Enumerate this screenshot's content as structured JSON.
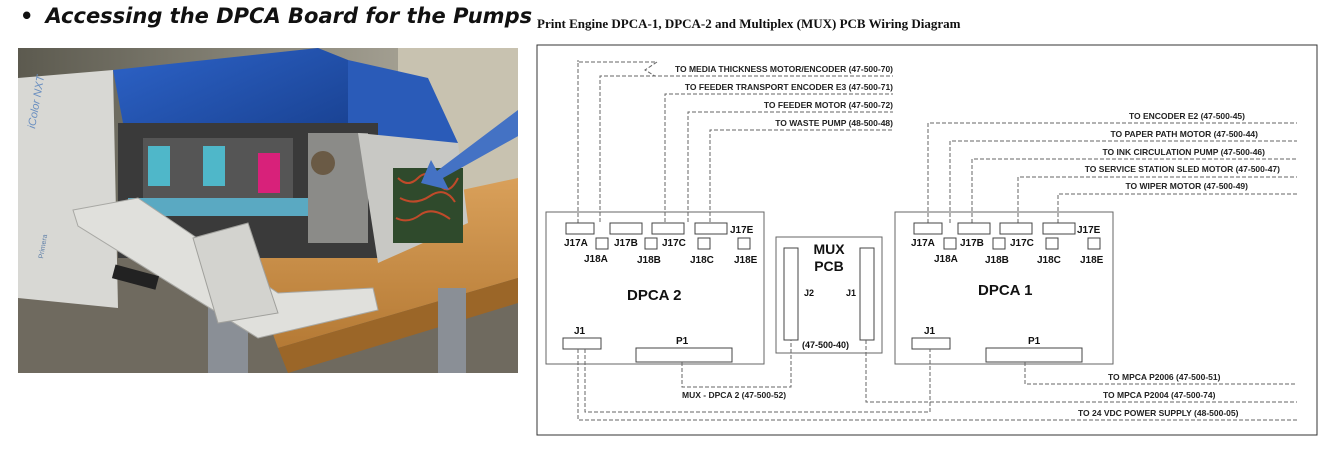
{
  "slide": {
    "bullet_char": "•",
    "title": "Accessing the DPCA Board for the Pumps"
  },
  "photo": {
    "printer_brand": "iColor NXT",
    "printer_maker": "Primera"
  },
  "diagram": {
    "title": "Print Engine DPCA-1, DPCA-2 and Multiplex (MUX) PCB Wiring Diagram",
    "top_left_labels": [
      "TO MEDIA THICKNESS MOTOR/ENCODER (47-500-70)",
      "TO FEEDER TRANSPORT ENCODER E3 (47-500-71)",
      "TO FEEDER MOTOR (47-500-72)",
      "TO WASTE PUMP (48-500-48)"
    ],
    "top_right_labels": [
      "TO ENCODER E2 (47-500-45)",
      "TO PAPER PATH MOTOR (47-500-44)",
      "TO INK CIRCULATION PUMP (47-500-46)",
      "TO SERVICE STATION SLED MOTOR (47-500-47)",
      "TO WIPER MOTOR (47-500-49)"
    ],
    "dpca2": {
      "name": "DPCA 2",
      "j17a": "J17A",
      "j17b": "J17B",
      "j17c": "J17C",
      "j17e": "J17E",
      "j18a": "J18A",
      "j18b": "J18B",
      "j18c": "J18C",
      "j18e": "J18E",
      "j1": "J1",
      "p1": "P1"
    },
    "dpca1": {
      "name": "DPCA 1",
      "j17a": "J17A",
      "j17b": "J17B",
      "j17c": "J17C",
      "j17e": "J17E",
      "j18a": "J18A",
      "j18b": "J18B",
      "j18c": "J18C",
      "j18e": "J18E",
      "j1": "J1",
      "p1": "P1"
    },
    "mux": {
      "line1": "MUX",
      "line2": "PCB",
      "j2": "J2",
      "j1": "J1",
      "part": "(47-500-40)"
    },
    "bottom_labels": {
      "mux_dpca2": "MUX - DPCA 2 (47-500-52)",
      "mpca_p2006": "TO MPCA P2006 (47-500-51)",
      "mpca_p2004": "TO MPCA P2004 (47-500-74)",
      "power": "TO 24 VDC POWER SUPPLY (48-500-05)"
    }
  },
  "colors": {
    "arrow": "#4472c4",
    "printer_blue": "#1f4fa8",
    "wire": "#666666"
  }
}
